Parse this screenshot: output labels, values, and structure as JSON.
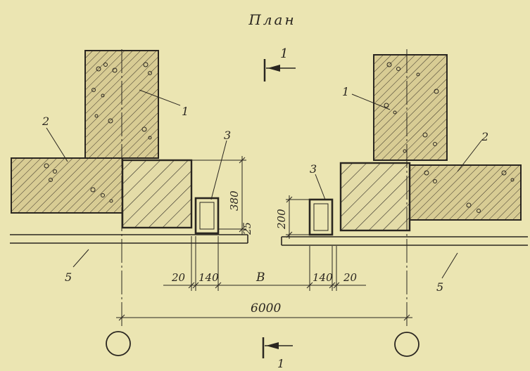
{
  "title": "План",
  "labels": {
    "section_mark_top": "1",
    "section_mark_bottom": "1",
    "left_column_callout": "1",
    "right_column_callout": "1",
    "left_wall_callout": "2",
    "right_wall_callout": "2",
    "left_profile_callout": "3",
    "right_profile_callout": "3",
    "left_panel_callout": "5",
    "right_panel_callout": "5"
  },
  "dimensions": {
    "left_gap": "20",
    "left_profile_width": "140",
    "opening": "В",
    "right_profile_width": "140",
    "right_gap": "20",
    "axis_spacing": "6000",
    "height_380": "380",
    "height_25": "25",
    "height_200": "200"
  },
  "colors": {
    "paper": "#ebe5b2",
    "ink": "#2a2620",
    "concrete_fill": "#d8cc94"
  }
}
